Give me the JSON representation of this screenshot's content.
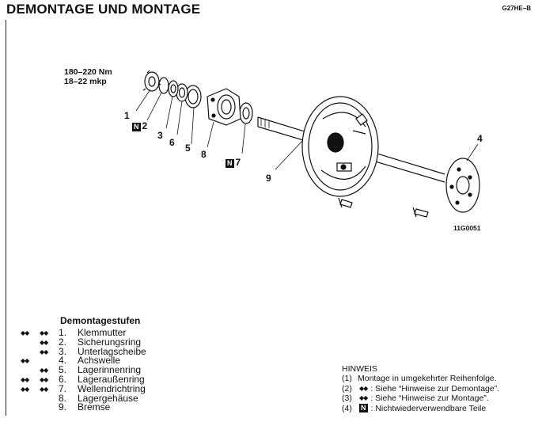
{
  "header": {
    "title": "DEMONTAGE UND MONTAGE",
    "code": "G27HE–B"
  },
  "diagram": {
    "torque_line1": "180–220 Nm",
    "torque_line2": "18–22 mkp",
    "figure_ref": "11G0051",
    "n_label": "N",
    "labels": {
      "p1": "1",
      "p2": "2",
      "p3": "3",
      "p4": "4",
      "p5": "5",
      "p6": "6",
      "p7": "7",
      "p8": "8",
      "p9": "9"
    }
  },
  "steps": {
    "title": "Demontagestufen",
    "items": [
      {
        "num": "1.",
        "label": "Klemmutter"
      },
      {
        "num": "2.",
        "label": "Sicherungsring"
      },
      {
        "num": "3.",
        "label": "Unterlagscheibe"
      },
      {
        "num": "4.",
        "label": "Achswelle"
      },
      {
        "num": "5.",
        "label": "Lagerinnenring"
      },
      {
        "num": "6.",
        "label": "Lageraußenring"
      },
      {
        "num": "7.",
        "label": "Wellendrichtring"
      },
      {
        "num": "8.",
        "label": "Lagergehäuse"
      },
      {
        "num": "9.",
        "label": "Bremse"
      }
    ]
  },
  "hinweis": {
    "title": "HINWEIS",
    "items": [
      {
        "idx": "(1)",
        "text": "Montage in umgekehrter Reihenfolge."
      },
      {
        "idx": "(2)",
        "text": ": Siehe “Hinweise zur Demontage”."
      },
      {
        "idx": "(3)",
        "text": ": Siehe “Hinweise zur Montage”."
      },
      {
        "idx": "(4)",
        "text": ": Nichtwiederverwendbare Teile"
      }
    ]
  }
}
